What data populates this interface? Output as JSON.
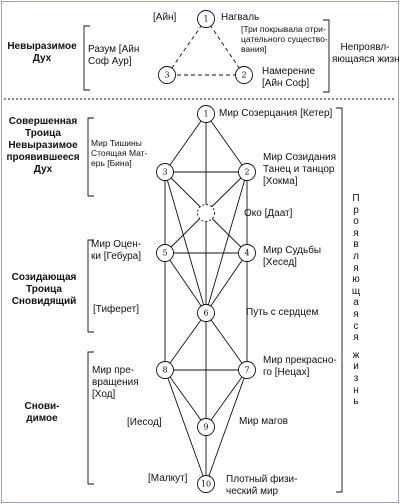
{
  "diagram": {
    "top_triangle": {
      "nodes": [
        {
          "id": "1",
          "label": "1"
        },
        {
          "id": "2",
          "label": "2"
        },
        {
          "id": "3",
          "label": "3"
        }
      ],
      "labels": {
        "ain": "[Айн]",
        "nagval": "Нагваль",
        "nagval_note": "[Три покрывала отри-\nцательного существо-\nвания]",
        "razum": "Разум [Айн\nСоф Аур]",
        "namerenie": "Намерение\n[Айн Соф]"
      }
    },
    "tree": {
      "nodes": [
        {
          "id": "1",
          "label": "1"
        },
        {
          "id": "2",
          "label": "2"
        },
        {
          "id": "3",
          "label": "3"
        },
        {
          "id": "daat",
          "label": ""
        },
        {
          "id": "4",
          "label": "4"
        },
        {
          "id": "5",
          "label": "5"
        },
        {
          "id": "6",
          "label": "6"
        },
        {
          "id": "7",
          "label": "7"
        },
        {
          "id": "8",
          "label": "8"
        },
        {
          "id": "9",
          "label": "9"
        },
        {
          "id": "10",
          "label": "10"
        }
      ],
      "labels": {
        "kether": "Мир Созерцания [Кетер]",
        "bina": "Мир Тишины\nСтоящая Мат-\nерь [Бина]",
        "hokhma": "Мир Созидания\nТанец и танцор\n[Хокма]",
        "daat": "Око [Даат]",
        "gebura": "Мир Оцен-\nки [Гебура]",
        "hesed": "Мир Судьбы\n[Хесед]",
        "tiferet": "[Тиферет]",
        "path_heart": "Путь с сердцем",
        "hod": "Мир пре-\nвращения\n[Ход]",
        "netsah": "Мир прекрасно-\nго [Нецах]",
        "yesod": "[Иесод]",
        "world_magi": "Мир магов",
        "malkut": "[Малкут]",
        "dense_world": "Плотный физи-\nческий мир"
      }
    },
    "left_groups": {
      "inexpressible_spirit": "Невыразимое\nДух",
      "perfect_trinity": "Совершенная\nТроица\nНевыразимое\nпроявившееся\nДух",
      "creating_trinity": "Созидающая\nТроица\nСновидящий",
      "dreamed": "Снови-\nдимое"
    },
    "right_groups": {
      "unmanifest_life": "Непроявл-\nяющаяся жизнь",
      "manifest_life": "Проявляющаяся жизнь"
    },
    "colors": {
      "ink": "#111111",
      "frame": "#9aa8bc",
      "background": "#ffffff"
    }
  }
}
